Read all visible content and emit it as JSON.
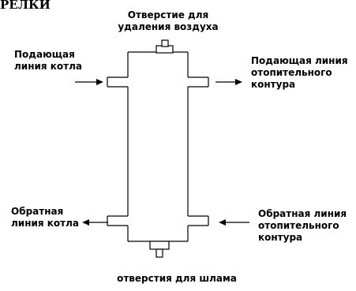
{
  "partial_title": "РЕЛКИ",
  "labels": {
    "air_vent": [
      "Отверстие для",
      "удаления воздуха"
    ],
    "boiler_supply": [
      "Подающая",
      "линия котла"
    ],
    "heating_supply": [
      "Подающая линия",
      "отопительного",
      "контура"
    ],
    "boiler_return": [
      "Обратная",
      "линия котла"
    ],
    "heating_return": [
      "Обратная линия",
      "отопительного",
      "контура"
    ],
    "sludge_outlet": "отверстия для шлама"
  },
  "colors": {
    "ink": "#000000",
    "background": "#ffffff"
  }
}
